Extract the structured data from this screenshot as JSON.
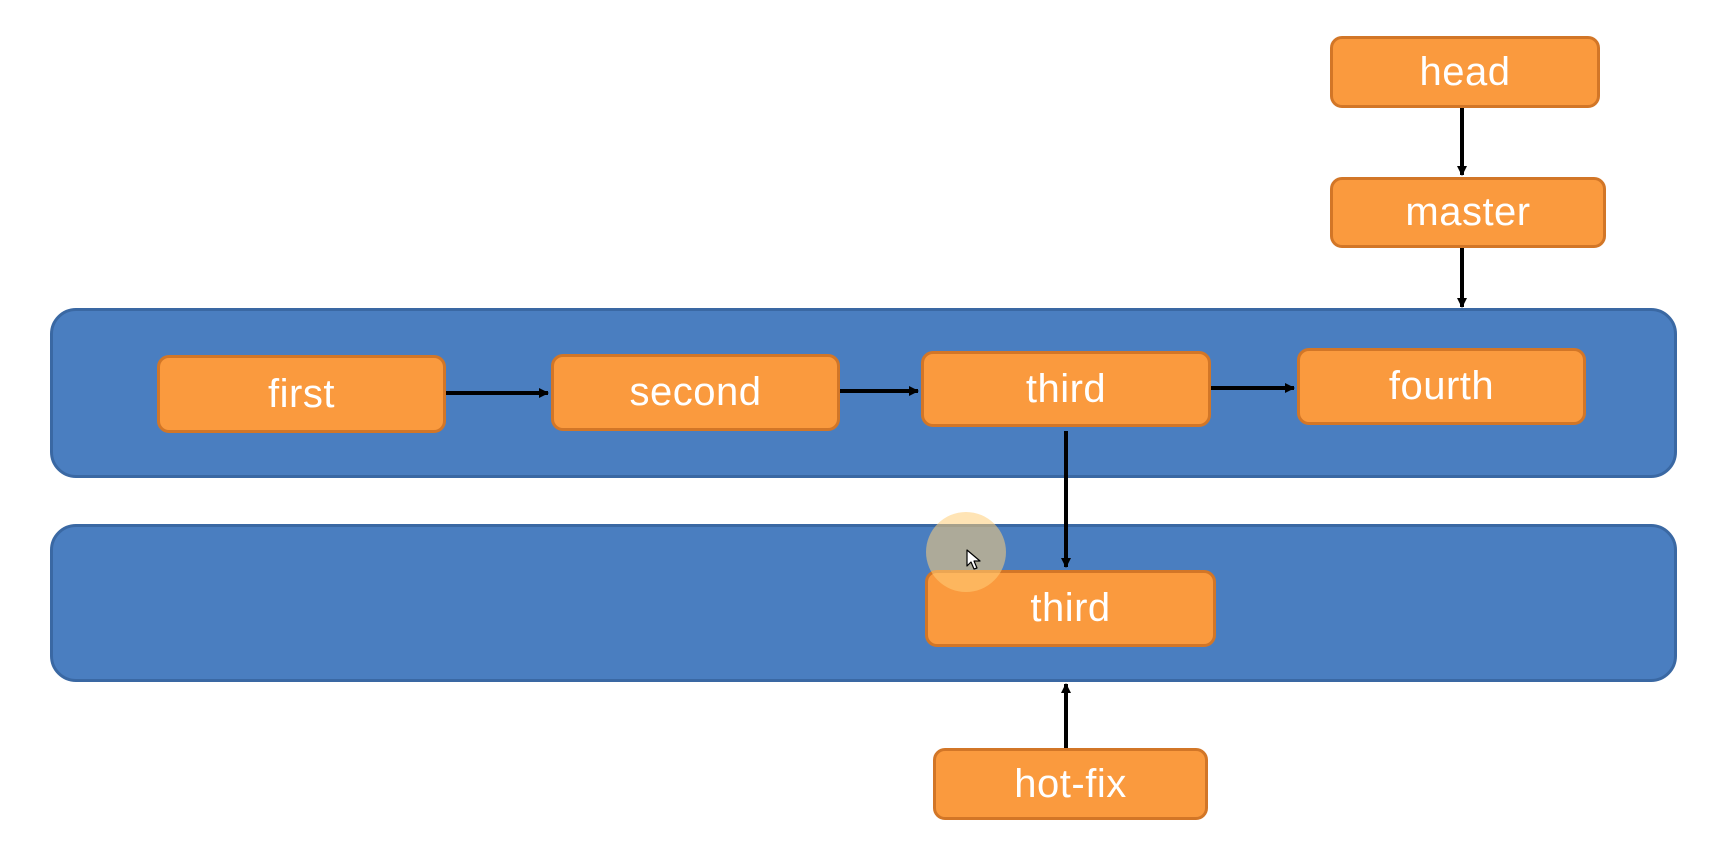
{
  "diagram": {
    "nodes": {
      "head": "head",
      "master": "master",
      "first": "first",
      "second": "second",
      "third": "third",
      "fourth": "fourth",
      "third_branch": "third",
      "hot_fix": "hot-fix"
    }
  },
  "colors": {
    "lane_fill": "#4a7ec0",
    "node_fill": "#fa9a3e",
    "node_border": "#d27627",
    "arrow": "#000000"
  }
}
